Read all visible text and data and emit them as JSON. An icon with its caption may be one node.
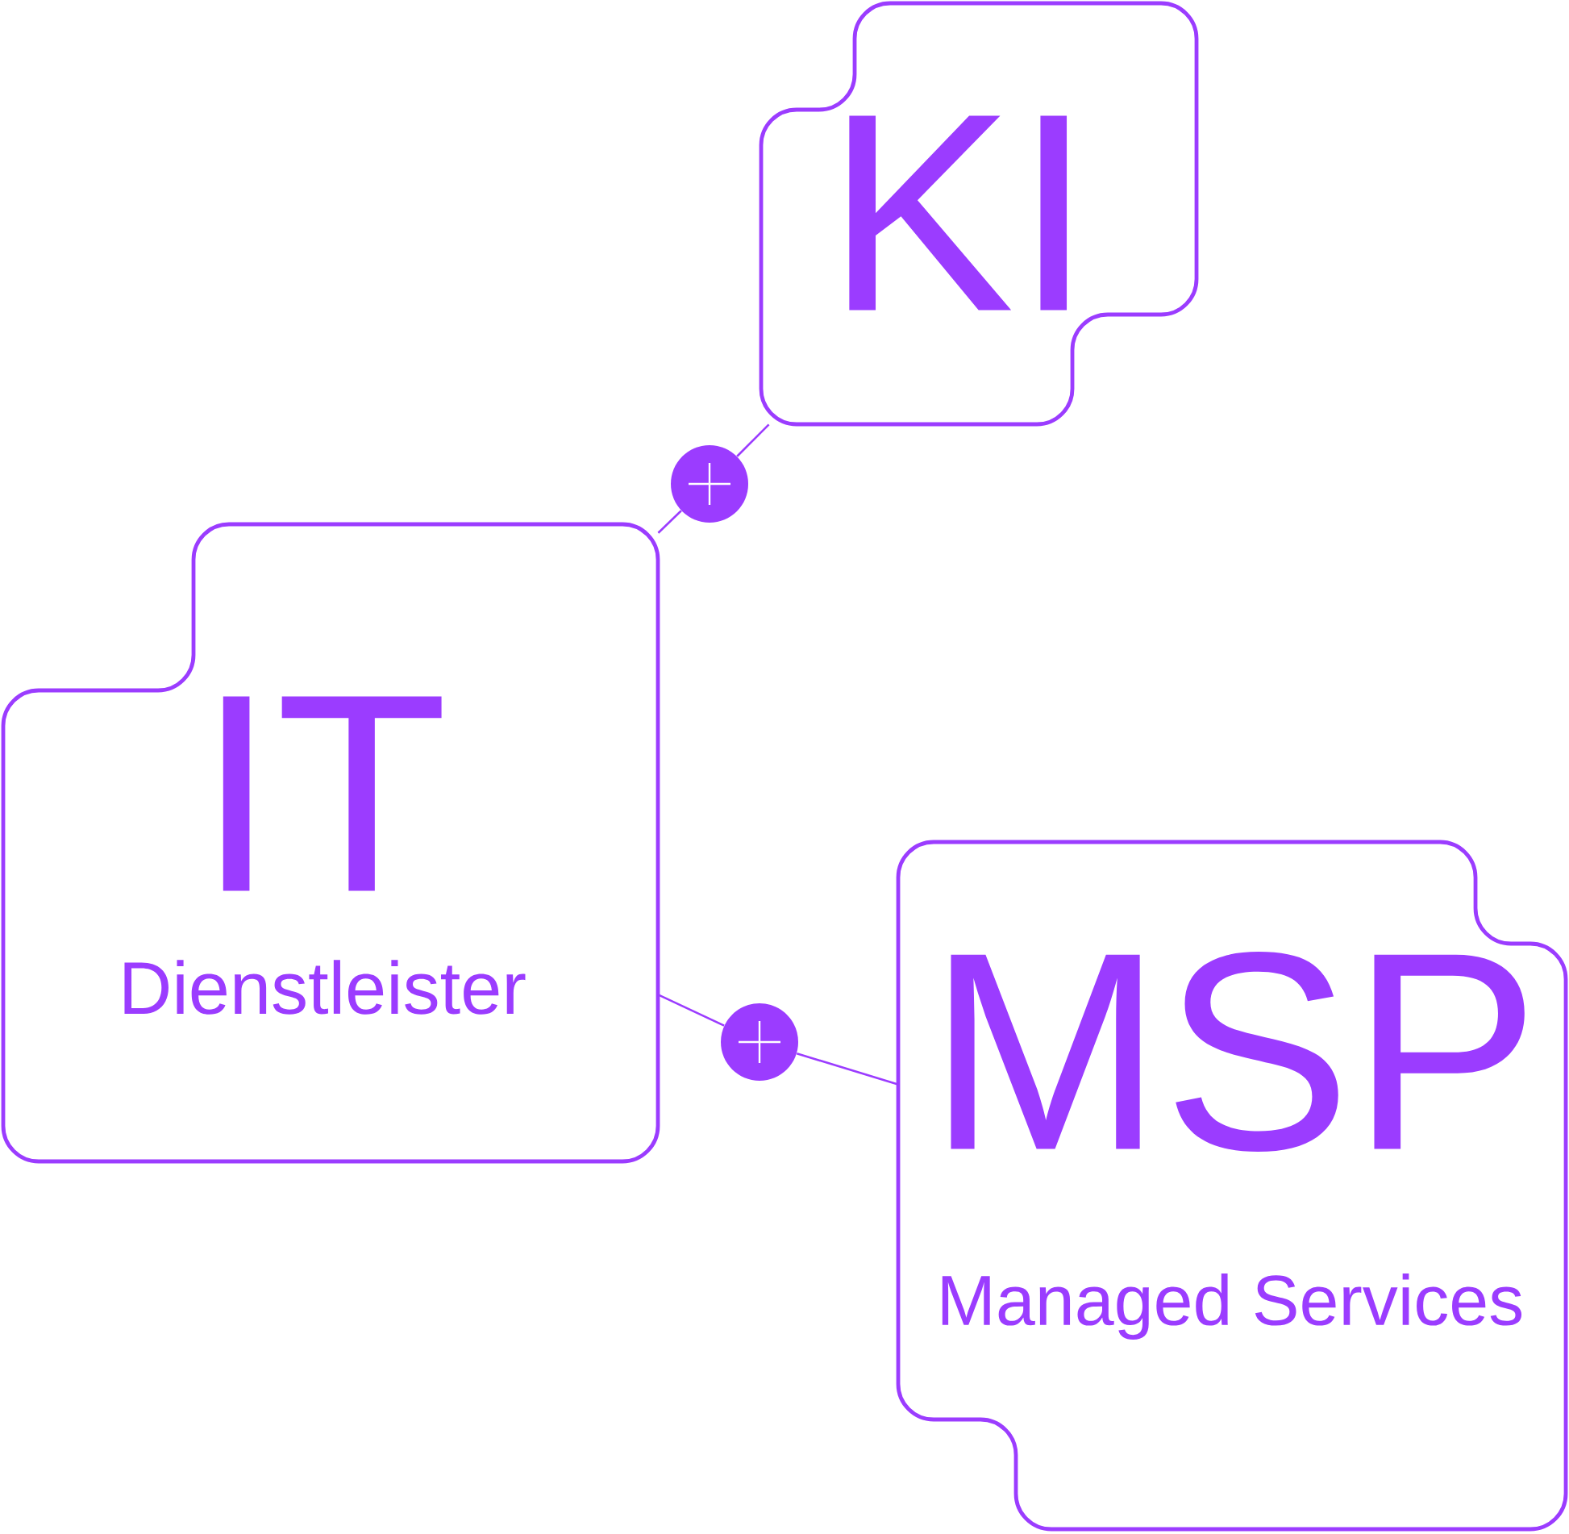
{
  "diagram": {
    "nodes": [
      {
        "text": [
          "KI"
        ]
      },
      {
        "text": [],
        "shape": "circle"
      },
      {
        "text": [
          "IT",
          "Dienstleister"
        ]
      },
      {
        "text": [],
        "shape": "circle"
      },
      {
        "text": [
          "MSP",
          "Managed Services"
        ]
      }
    ],
    "edges": [
      {
        "from": 2,
        "to": 1,
        "arrow": "none"
      },
      {
        "from": 1,
        "to": 0,
        "arrow": "none"
      },
      {
        "from": 2,
        "to": 3,
        "arrow": "none"
      },
      {
        "from": 3,
        "to": 4,
        "arrow": "none"
      }
    ]
  }
}
